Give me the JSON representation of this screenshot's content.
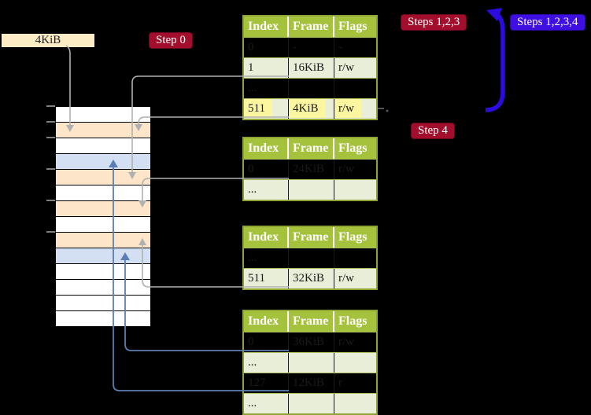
{
  "frame_box": {
    "label": "4KiB"
  },
  "badges": {
    "step0": "Step 0",
    "steps123": "Steps 1,2,3",
    "steps1234": "Steps 1,2,3,4",
    "step4": "Step 4"
  },
  "memory": {
    "rows": [
      "white",
      "orange",
      "white",
      "blue",
      "orange",
      "white",
      "orange",
      "white",
      "orange",
      "blue",
      "white",
      "white",
      "white",
      "white"
    ]
  },
  "tables": [
    {
      "headers": [
        "Index",
        "Frame",
        "Flags"
      ],
      "rows": [
        {
          "cells": [
            "0",
            "-",
            "-"
          ],
          "shaded": false,
          "highlight": false
        },
        {
          "cells": [
            "1",
            "16KiB",
            "r/w"
          ],
          "shaded": true,
          "highlight": false
        },
        {
          "cells": [
            "...",
            "",
            ""
          ],
          "shaded": false,
          "highlight": false
        },
        {
          "cells": [
            "511",
            "4KiB",
            "r/w"
          ],
          "shaded": true,
          "highlight": true
        }
      ]
    },
    {
      "headers": [
        "Index",
        "Frame",
        "Flags"
      ],
      "rows": [
        {
          "cells": [
            "0",
            "24KiB",
            "r/w"
          ],
          "shaded": false,
          "highlight": false
        },
        {
          "cells": [
            "...",
            "",
            ""
          ],
          "shaded": true,
          "highlight": false
        }
      ]
    },
    {
      "headers": [
        "Index",
        "Frame",
        "Flags"
      ],
      "rows": [
        {
          "cells": [
            "...",
            "",
            ""
          ],
          "shaded": false,
          "highlight": false
        },
        {
          "cells": [
            "511",
            "32KiB",
            "r/w"
          ],
          "shaded": true,
          "highlight": false
        }
      ]
    },
    {
      "headers": [
        "Index",
        "Frame",
        "Flags"
      ],
      "rows": [
        {
          "cells": [
            "0",
            "36KiB",
            "r/w"
          ],
          "shaded": false,
          "highlight": false
        },
        {
          "cells": [
            "...",
            "",
            ""
          ],
          "shaded": true,
          "highlight": false
        },
        {
          "cells": [
            "127",
            "12KiB",
            "r"
          ],
          "shaded": false,
          "highlight": false
        },
        {
          "cells": [
            "...",
            "",
            ""
          ],
          "shaded": true,
          "highlight": false
        }
      ]
    }
  ],
  "colors": {
    "bg": "#000000",
    "table_header_green": "#a5c23d",
    "table_border_olive": "#8fa437",
    "table_row_green": "#e9eed9",
    "row_separator": "#a9bc5e",
    "highlight_yellow": "#fcf6a0",
    "frame_box_cream": "#fbecc5",
    "mem_white": "#ffffff",
    "mem_orange": "#fde5c9",
    "mem_blue": "#d3e0f4",
    "badge_red": "#a30e2d",
    "badge_blue_violet": "#3e0ee2",
    "arrow_gray": "#b0b0b0",
    "arrow_steel_blue": "#5b7fb4",
    "big_arrow_blue": "#2d0add"
  }
}
